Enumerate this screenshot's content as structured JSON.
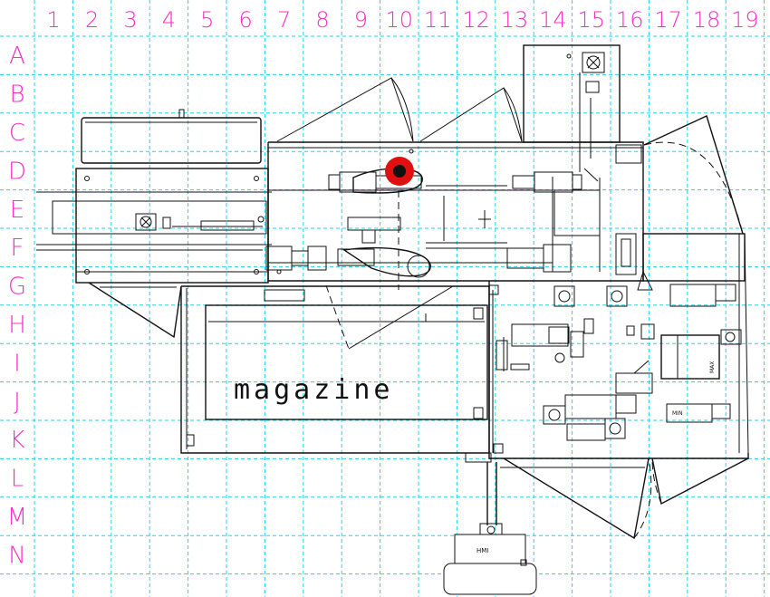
{
  "grid": {
    "columns": [
      "1",
      "2",
      "3",
      "4",
      "5",
      "6",
      "7",
      "8",
      "9",
      "10",
      "11",
      "12",
      "13",
      "14",
      "15",
      "16",
      "17",
      "18",
      "19"
    ],
    "rows": [
      "A",
      "B",
      "C",
      "D",
      "E",
      "F",
      "G",
      "H",
      "I",
      "J",
      "K",
      "L",
      "M",
      "N"
    ],
    "line_color": "#22d3ee",
    "label_color": "#ff2ec4"
  },
  "labels": {
    "magazine": "magazine",
    "hmi": "HMI",
    "panel_a": "MIN",
    "panel_b": "MAX"
  },
  "colors": {
    "drawing": "#111111",
    "highlight_pulley": "#e01010"
  }
}
